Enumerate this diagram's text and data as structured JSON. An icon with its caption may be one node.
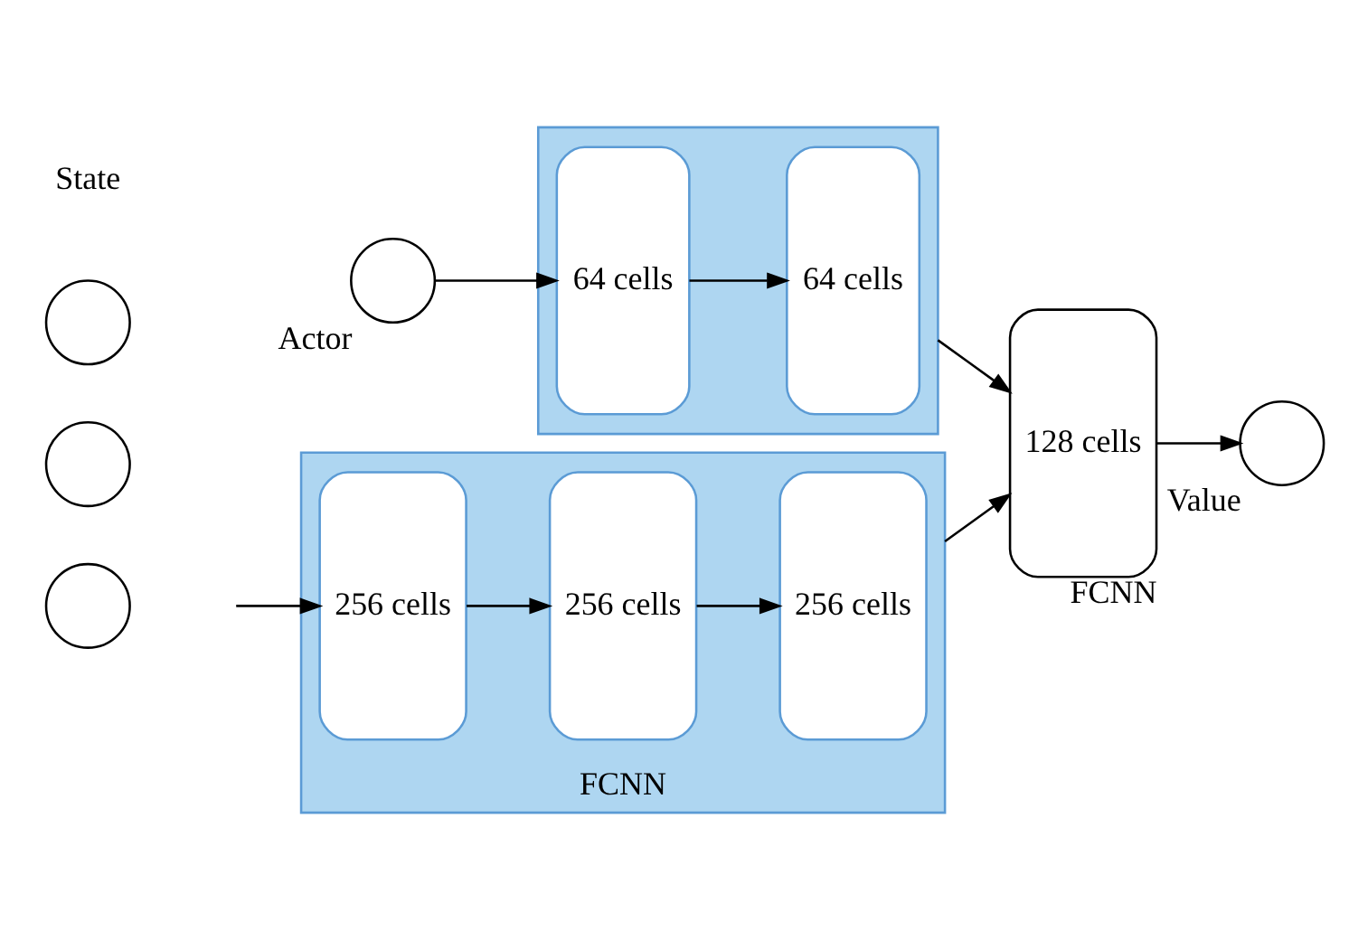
{
  "diagram": {
    "nodes": [
      {
        "text": [],
        "shape": "box",
        "beside": [
          "FCNN"
        ]
      },
      {
        "text": [
          "256 cells"
        ],
        "in": 0
      },
      {
        "text": [
          "256 cells"
        ],
        "in": 0
      },
      {
        "text": [
          "256 cells"
        ],
        "in": 0
      },
      {
        "text": [],
        "shape": "circle"
      },
      {
        "text": [],
        "shape": "circle"
      },
      {
        "text": [],
        "shape": "circle"
      },
      {
        "text": [],
        "shape": "circle",
        "beside": [
          "Actor"
        ]
      },
      {
        "text": [],
        "shape": "box"
      },
      {
        "text": [
          "64 cells"
        ],
        "in": 8
      },
      {
        "text": [
          "64 cells"
        ],
        "in": 8
      },
      {
        "text": [
          "128 cells"
        ],
        "beside": [
          "FCNN"
        ]
      },
      {
        "text": [],
        "shape": "circle",
        "beside": [
          "Value"
        ]
      }
    ],
    "edges": [
      {
        "from": null,
        "to": 1,
        "arrow": "to"
      },
      {
        "from": 1,
        "to": 2,
        "arrow": "to"
      },
      {
        "from": 2,
        "to": 3,
        "arrow": "to"
      },
      {
        "from": 0,
        "to": 11,
        "arrow": "to"
      },
      {
        "from": 7,
        "to": 9,
        "arrow": "to"
      },
      {
        "from": 9,
        "to": 10,
        "arrow": "to"
      },
      {
        "from": 8,
        "to": 11,
        "arrow": "to"
      },
      {
        "from": 11,
        "to": 12,
        "arrow": "to"
      }
    ],
    "labels": [
      "State"
    ]
  }
}
